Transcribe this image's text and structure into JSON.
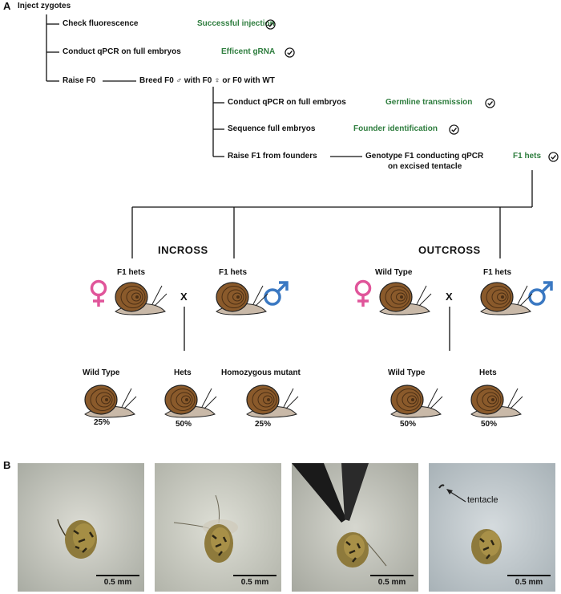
{
  "panel_a": {
    "letter": "A",
    "root": "Inject zygotes",
    "step1": "Check fluorescence",
    "result1": "Successful injection",
    "step2": "Conduct qPCR on full embryos",
    "result2": "Efficent gRNA",
    "step3": "Raise F0",
    "breed": "Breed F0 ♂ with F0 ♀ or F0 with WT",
    "sub1": "Conduct qPCR on full embryos",
    "subresult1": "Germline transmission",
    "sub2": "Sequence full embryos",
    "subresult2": "Founder identification",
    "sub3": "Raise F1 from founders",
    "genotype_line1": "Genotype F1 conducting qPCR",
    "genotype_line2": "on excised tentacle",
    "subresult3": "F1 hets",
    "incross": {
      "title": "INCROSS",
      "parent_left": "F1 hets",
      "parent_right": "F1 hets",
      "cross": "X",
      "offspring": [
        {
          "label": "Wild Type",
          "pct": "25%"
        },
        {
          "label": "Hets",
          "pct": "50%"
        },
        {
          "label": "Homozygous mutant",
          "pct": "25%"
        }
      ]
    },
    "outcross": {
      "title": "OUTCROSS",
      "parent_left": "Wild Type",
      "parent_right": "F1 hets",
      "cross": "X",
      "offspring": [
        {
          "label": "Wild Type",
          "pct": "50%"
        },
        {
          "label": "Hets",
          "pct": "50%"
        }
      ]
    },
    "colors": {
      "green": "#2e7d3e",
      "female": "#e0559a",
      "male": "#3a78c2",
      "shell": "#8a5a2b",
      "body": "#c9b9a8"
    }
  },
  "panel_b": {
    "letter": "B",
    "photos": [
      {
        "scale": "0.5 mm"
      },
      {
        "scale": "0.5 mm"
      },
      {
        "scale": "0.5 mm"
      },
      {
        "scale": "0.5 mm",
        "annotation": "tentacle"
      }
    ]
  }
}
